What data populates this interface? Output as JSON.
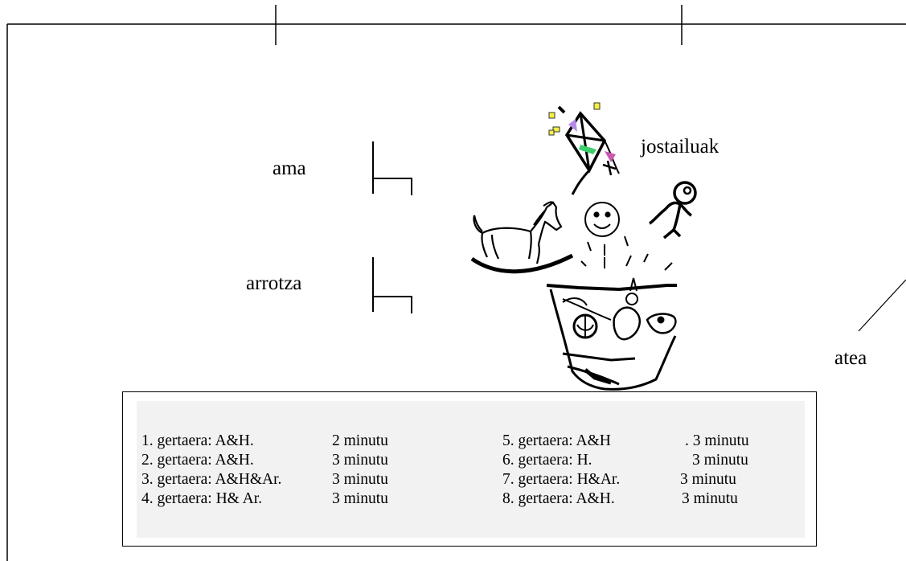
{
  "room": {
    "labels": {
      "mother": "ama",
      "stranger": "arrotza",
      "toys": "jostailuak",
      "door": "atea"
    },
    "icons": [
      "chair-icon",
      "kite-icon",
      "rocking-horse-icon",
      "smiley-face-icon",
      "baby-doll-icon",
      "toy-chest-icon"
    ]
  },
  "legend": {
    "events_left": [
      {
        "event": "1. gertaera: A&H.",
        "duration": "2 minutu"
      },
      {
        "event": "2. gertaera: A&H.",
        "duration": "3 minutu"
      },
      {
        "event": "3. gertaera: A&H&Ar.",
        "duration": "3 minutu"
      },
      {
        "event": "4. gertaera: H& Ar.",
        "duration": "3 minutu"
      }
    ],
    "events_right": [
      {
        "event": "5. gertaera: A&H",
        "duration": ". 3 minutu"
      },
      {
        "event": "6. gertaera: H.",
        "duration": "3 minutu"
      },
      {
        "event": "7. gertaera: H&Ar.",
        "duration": "3 minutu"
      },
      {
        "event": "8. gertaera: A&H.",
        "duration": "3 minutu"
      }
    ]
  }
}
